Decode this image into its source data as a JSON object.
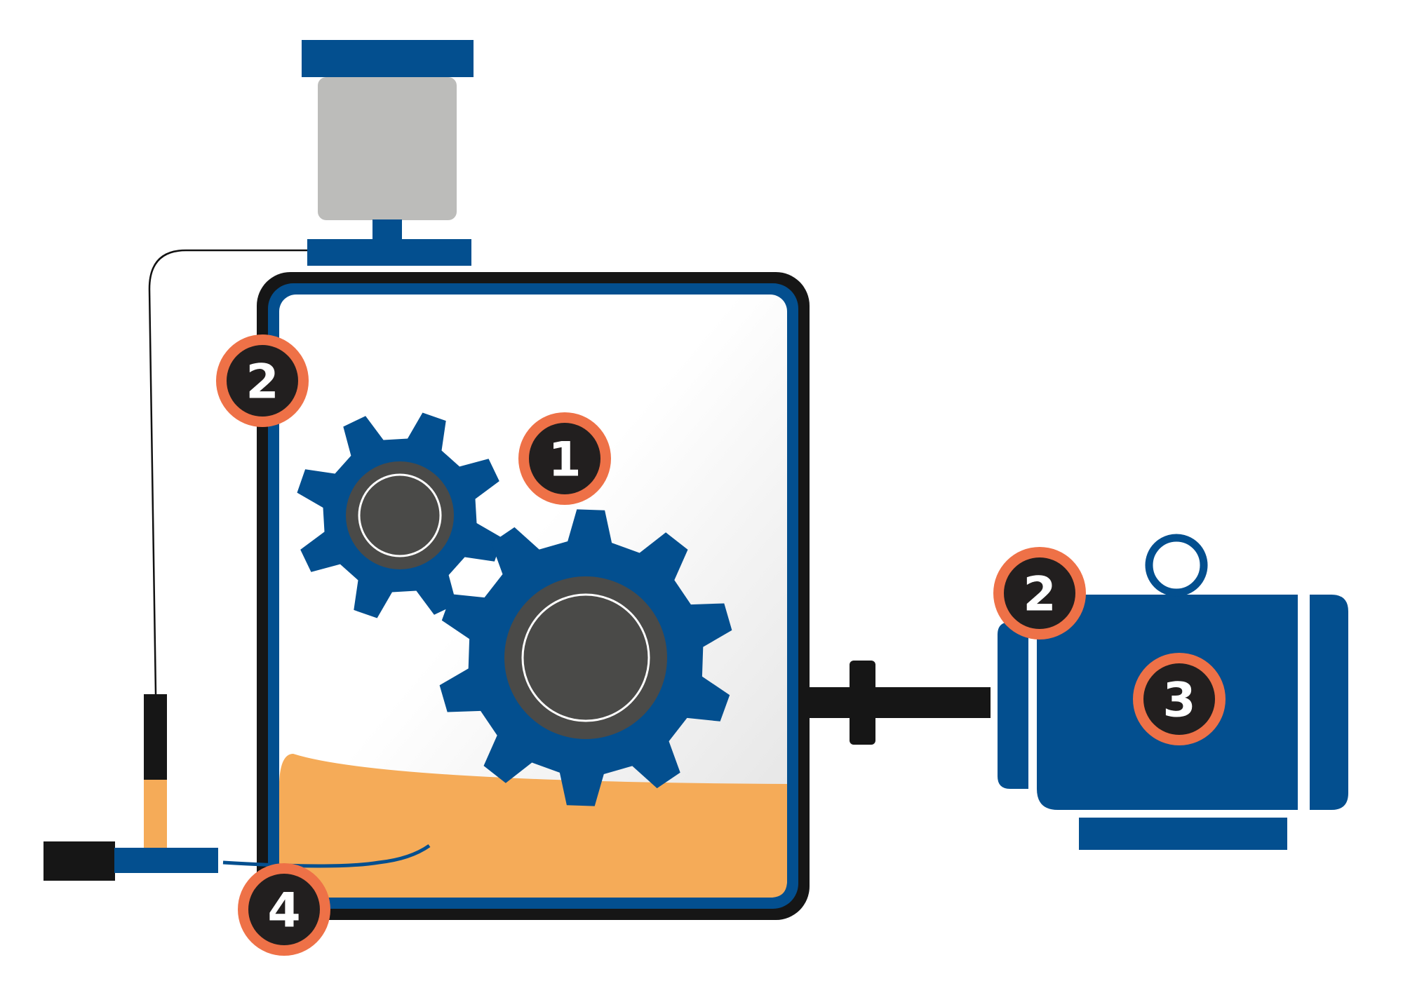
{
  "colors": {
    "primary_blue": "#034f8f",
    "housing_black": "#161616",
    "gear_hub": "#4a4a48",
    "oil": "#f5ab58",
    "reservoir_grey": "#bcbcba",
    "badge_ring": "#ee7147",
    "badge_core": "#221f1f",
    "gradient_grey": "#e2e2e2"
  },
  "components": [
    {
      "id": "lubricator-reservoir",
      "icon": "lubricator-reservoir-icon"
    },
    {
      "id": "gearbox-housing",
      "icon": "gearbox-housing-icon"
    },
    {
      "id": "small-gear",
      "icon": "gear-icon"
    },
    {
      "id": "large-gear",
      "icon": "gear-icon"
    },
    {
      "id": "oil-sump",
      "icon": "oil-level-icon"
    },
    {
      "id": "drive-shaft-coupling",
      "icon": "shaft-coupling-icon"
    },
    {
      "id": "electric-motor",
      "icon": "electric-motor-icon"
    },
    {
      "id": "oil-sampling-port",
      "icon": "sampling-port-icon"
    }
  ],
  "badges": [
    {
      "id": "gear-badge",
      "label": "1"
    },
    {
      "id": "housing-badge",
      "label": "2"
    },
    {
      "id": "motor-bearing-badge",
      "label": "2"
    },
    {
      "id": "motor-badge",
      "label": "3"
    },
    {
      "id": "oil-sample-badge",
      "label": "4"
    }
  ]
}
